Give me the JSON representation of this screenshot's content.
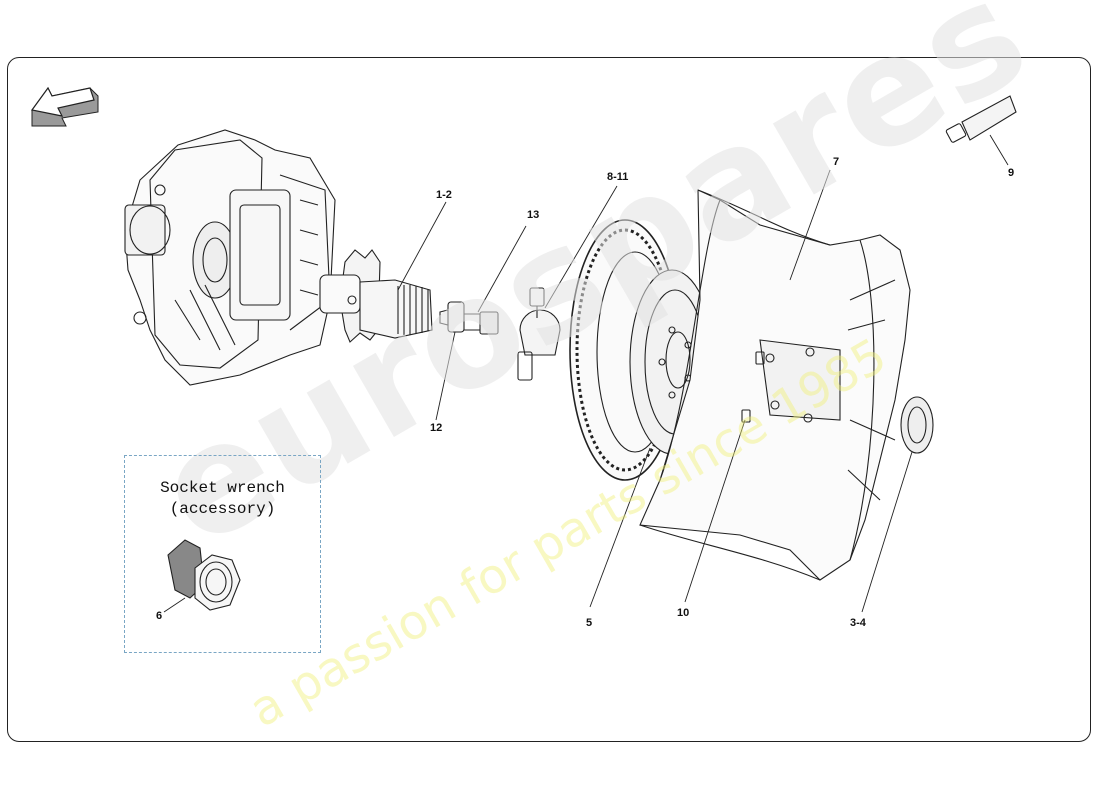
{
  "watermark": {
    "brand": "eurospares",
    "tagline": "a passion for parts since 1985"
  },
  "accessory": {
    "line1": "Socket wrench",
    "line2": "(accessory)"
  },
  "callouts": {
    "c1_2": "1-2",
    "c13": "13",
    "c12": "12",
    "c8_11": "8-11",
    "c7": "7",
    "c9": "9",
    "c5": "5",
    "c10": "10",
    "c3_4": "3-4",
    "c6": "6"
  },
  "icons": {
    "orientation": "direction-arrow-icon"
  },
  "colors": {
    "line": "#222222",
    "accessory_border": "#7aa6c4",
    "watermark_yellow": "#f3f3a0",
    "watermark_grey": "#e6e6e6"
  }
}
